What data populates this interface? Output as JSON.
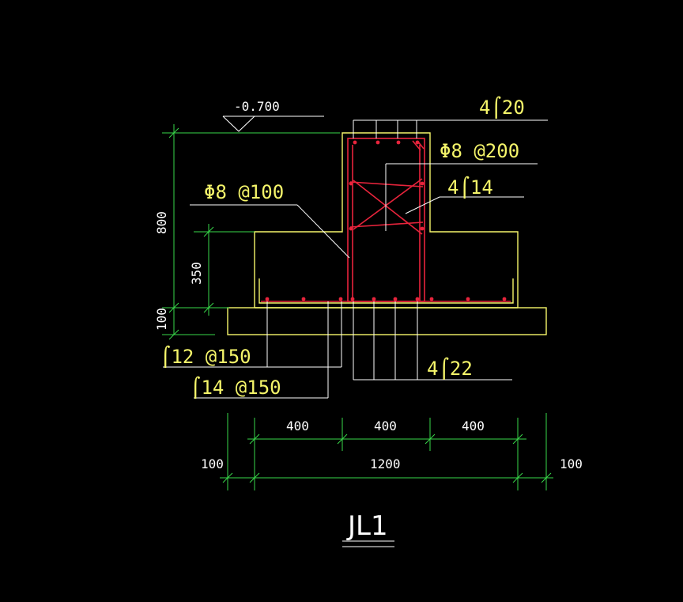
{
  "drawing": {
    "title": "JL1",
    "elevation": "-0.700",
    "colors": {
      "background": "#000000",
      "concrete": "#f5f56a",
      "rebar": "#e8243c",
      "dimension": "#39d84a",
      "leader": "#ffffff",
      "yellow_text": "#f5f56a",
      "white_text": "#ffffff"
    }
  },
  "labels": {
    "top_bars": "4⌠20",
    "stirrup_beam": "Φ8 @200",
    "waist_bars": "4⌠14",
    "stirrup_left": "Φ8 @100",
    "bottom_long": "⌠12 @150",
    "bottom_trans": "⌠14 @150",
    "bottom_bars": "4⌠22"
  },
  "dims": {
    "total_height": "800",
    "flange_height": "350",
    "pad_height": "100",
    "seg1": "400",
    "seg2": "400",
    "seg3": "400",
    "total_width": "1200",
    "pad_left": "100",
    "pad_right": "100"
  }
}
